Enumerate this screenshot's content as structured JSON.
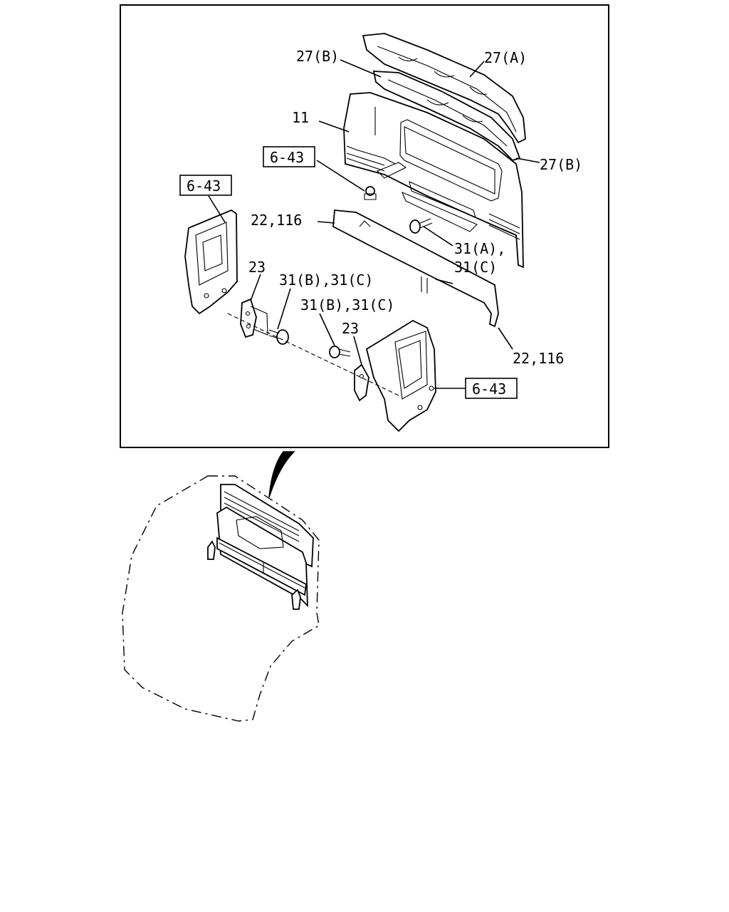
{
  "labels": {
    "l27a": "27(A)",
    "l27b_top": "27(B)",
    "l27b_right": "27(B)",
    "l11": "11",
    "ref643_mid": "6-43",
    "ref643_left": "6-43",
    "ref643_right": "6-43",
    "l22_116_top": "22,116",
    "l22_116_bottom": "22,116",
    "l31a": "31(A),",
    "l31c": "31(C)",
    "l23_left": "23",
    "l23_right": "23",
    "l31bc_left": "31(B),31(C)",
    "l31bc_right": "31(B),31(C)"
  }
}
